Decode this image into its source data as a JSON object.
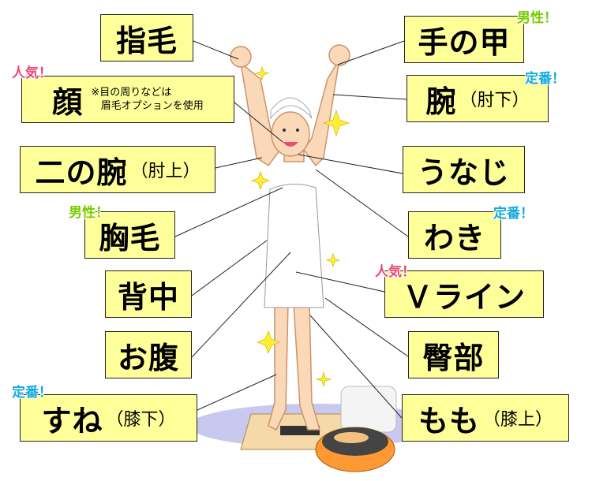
{
  "labels": {
    "yubige": "指毛",
    "kao": "顔",
    "kao_note_1": "※目の周りなどは",
    "kao_note_2": "眉毛オプションを使用",
    "ninoude": "二の腕",
    "ninoude_sub": "（肘上）",
    "munage": "胸毛",
    "senaka": "背中",
    "onaka": "お腹",
    "sune": "すね",
    "sune_sub": "（膝下）",
    "tenokou": "手の甲",
    "ude": "腕",
    "ude_sub": "（肘下）",
    "unaji": "うなじ",
    "waki": "わき",
    "vline": "Ｖライン",
    "denbu": "臀部",
    "momo": "もも",
    "momo_sub": "（膝上）"
  },
  "badges": {
    "popular": "人気！",
    "male": "男性！",
    "standard": "定番！"
  },
  "colors": {
    "box": "#ffff99",
    "popular": "#ee4477",
    "male": "#77cc00",
    "standard": "#11aadd"
  }
}
